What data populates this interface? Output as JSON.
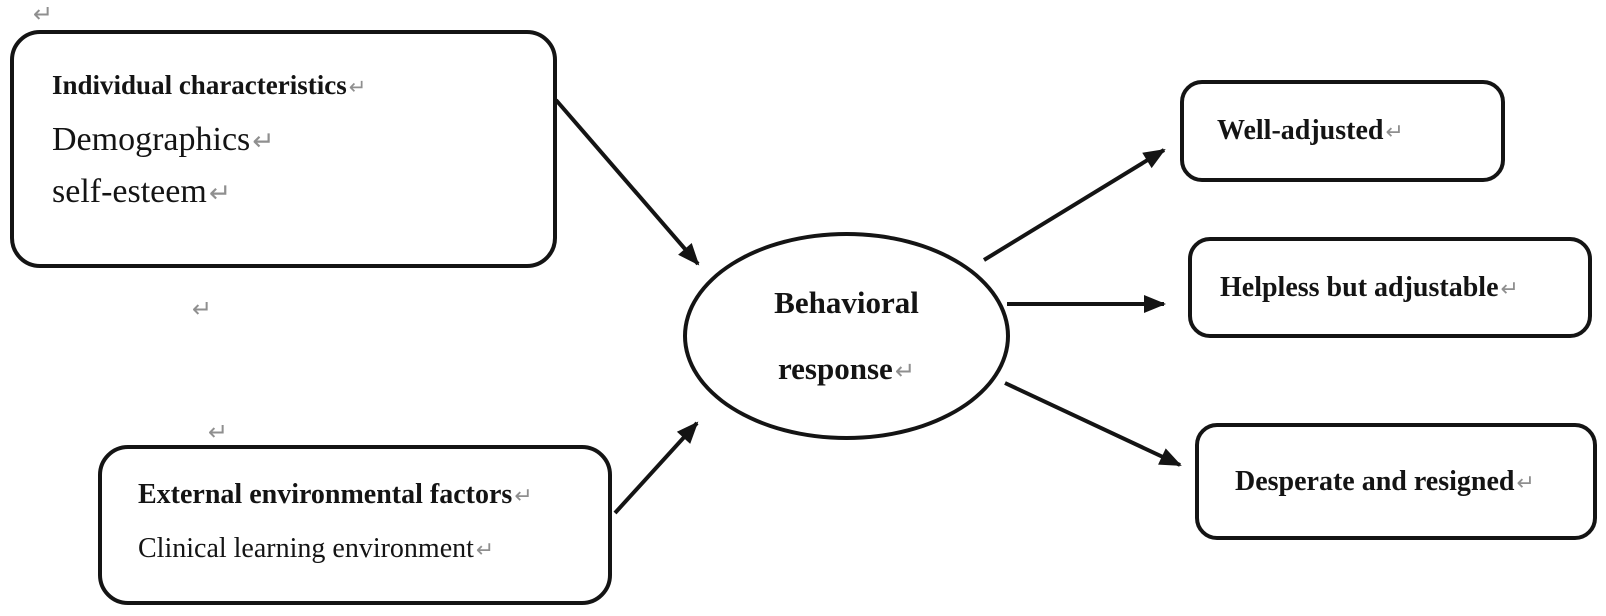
{
  "diagram": {
    "paragraph_mark": "↵",
    "colors": {
      "stroke": "#141414",
      "text": "#141414",
      "paragraph_mark": "#8f8f8f",
      "background": "#ffffff"
    },
    "individual_box": {
      "title": "Individual characteristics",
      "item1": "Demographics",
      "item2": "self-esteem"
    },
    "external_box": {
      "title": "External environmental factors",
      "item1": "Clinical learning environment"
    },
    "behavioral_ellipse": {
      "line1": "Behavioral",
      "line2": "response"
    },
    "outcomes": {
      "well_adjusted": "Well-adjusted",
      "helpless": "Helpless but adjustable",
      "desperate": "Desperate and resigned"
    }
  }
}
